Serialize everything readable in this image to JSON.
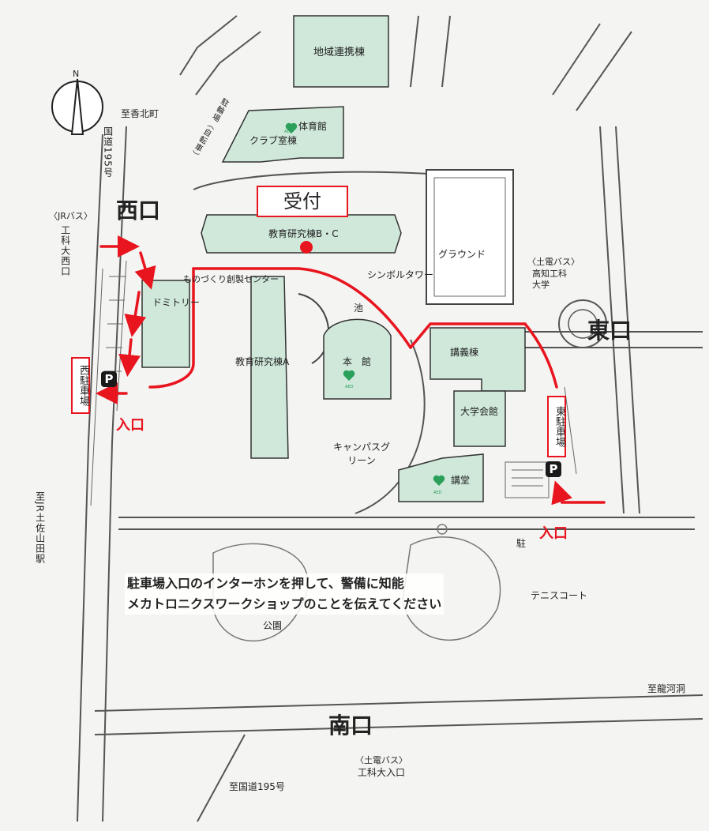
{
  "map": {
    "entrances": {
      "west": "西口",
      "east": "東口",
      "south": "南口"
    },
    "reception": "受付",
    "entrance_labels": {
      "west_parking_entry": "入口",
      "east_parking_entry": "入口"
    },
    "parking": {
      "west": "西駐車場",
      "east": "東駐車場",
      "icon_letter": "P"
    },
    "buildings": {
      "regional_collab": "地域連携棟",
      "gym": "体育館",
      "club": "クラブ室棟",
      "edu_bc": "教育研究棟B・C",
      "ground": "グラウンド",
      "symbol_tower": "シンボルタワー",
      "monozukuri": "ものづくり創製センター",
      "dormitory": "ドミトリー",
      "edu_a": "教育研究棟A",
      "pond": "池",
      "main": "本　館",
      "lecture": "講義棟",
      "univ_hall": "大学会館",
      "campus_green": "キャンパスグリーン",
      "auditorium": "講堂",
      "tennis": "テニスコート",
      "park": "公園",
      "bicycle_parking": "駐輪場（自転車）",
      "aed": "AED"
    },
    "directions": {
      "kahoku": "至香北町",
      "route195_road": "国道195号",
      "jr_tosayamada": "至JR土佐山田駅",
      "ryugado": "至龍河洞",
      "route195_south": "至国道195号"
    },
    "bus_stops": {
      "jr_bus_company": "〈JRバス〉",
      "jr_bus_stop": "工科大西口",
      "tosaden_east_company": "〈土電バス〉",
      "tosaden_east_stop": "高知工科大学",
      "tosaden_south_company": "〈土電バス〉",
      "tosaden_south_stop": "工科大入口"
    },
    "compass": "N",
    "partial_parking": "駐",
    "note_line1": "駐車場入口のインターホンを押して、警備に知能",
    "note_line2": "メカトロニクスワークショップのことを伝えてください"
  },
  "colors": {
    "building_green": "#cfe8da",
    "route_red": "#e8141e",
    "outline": "#333333"
  }
}
